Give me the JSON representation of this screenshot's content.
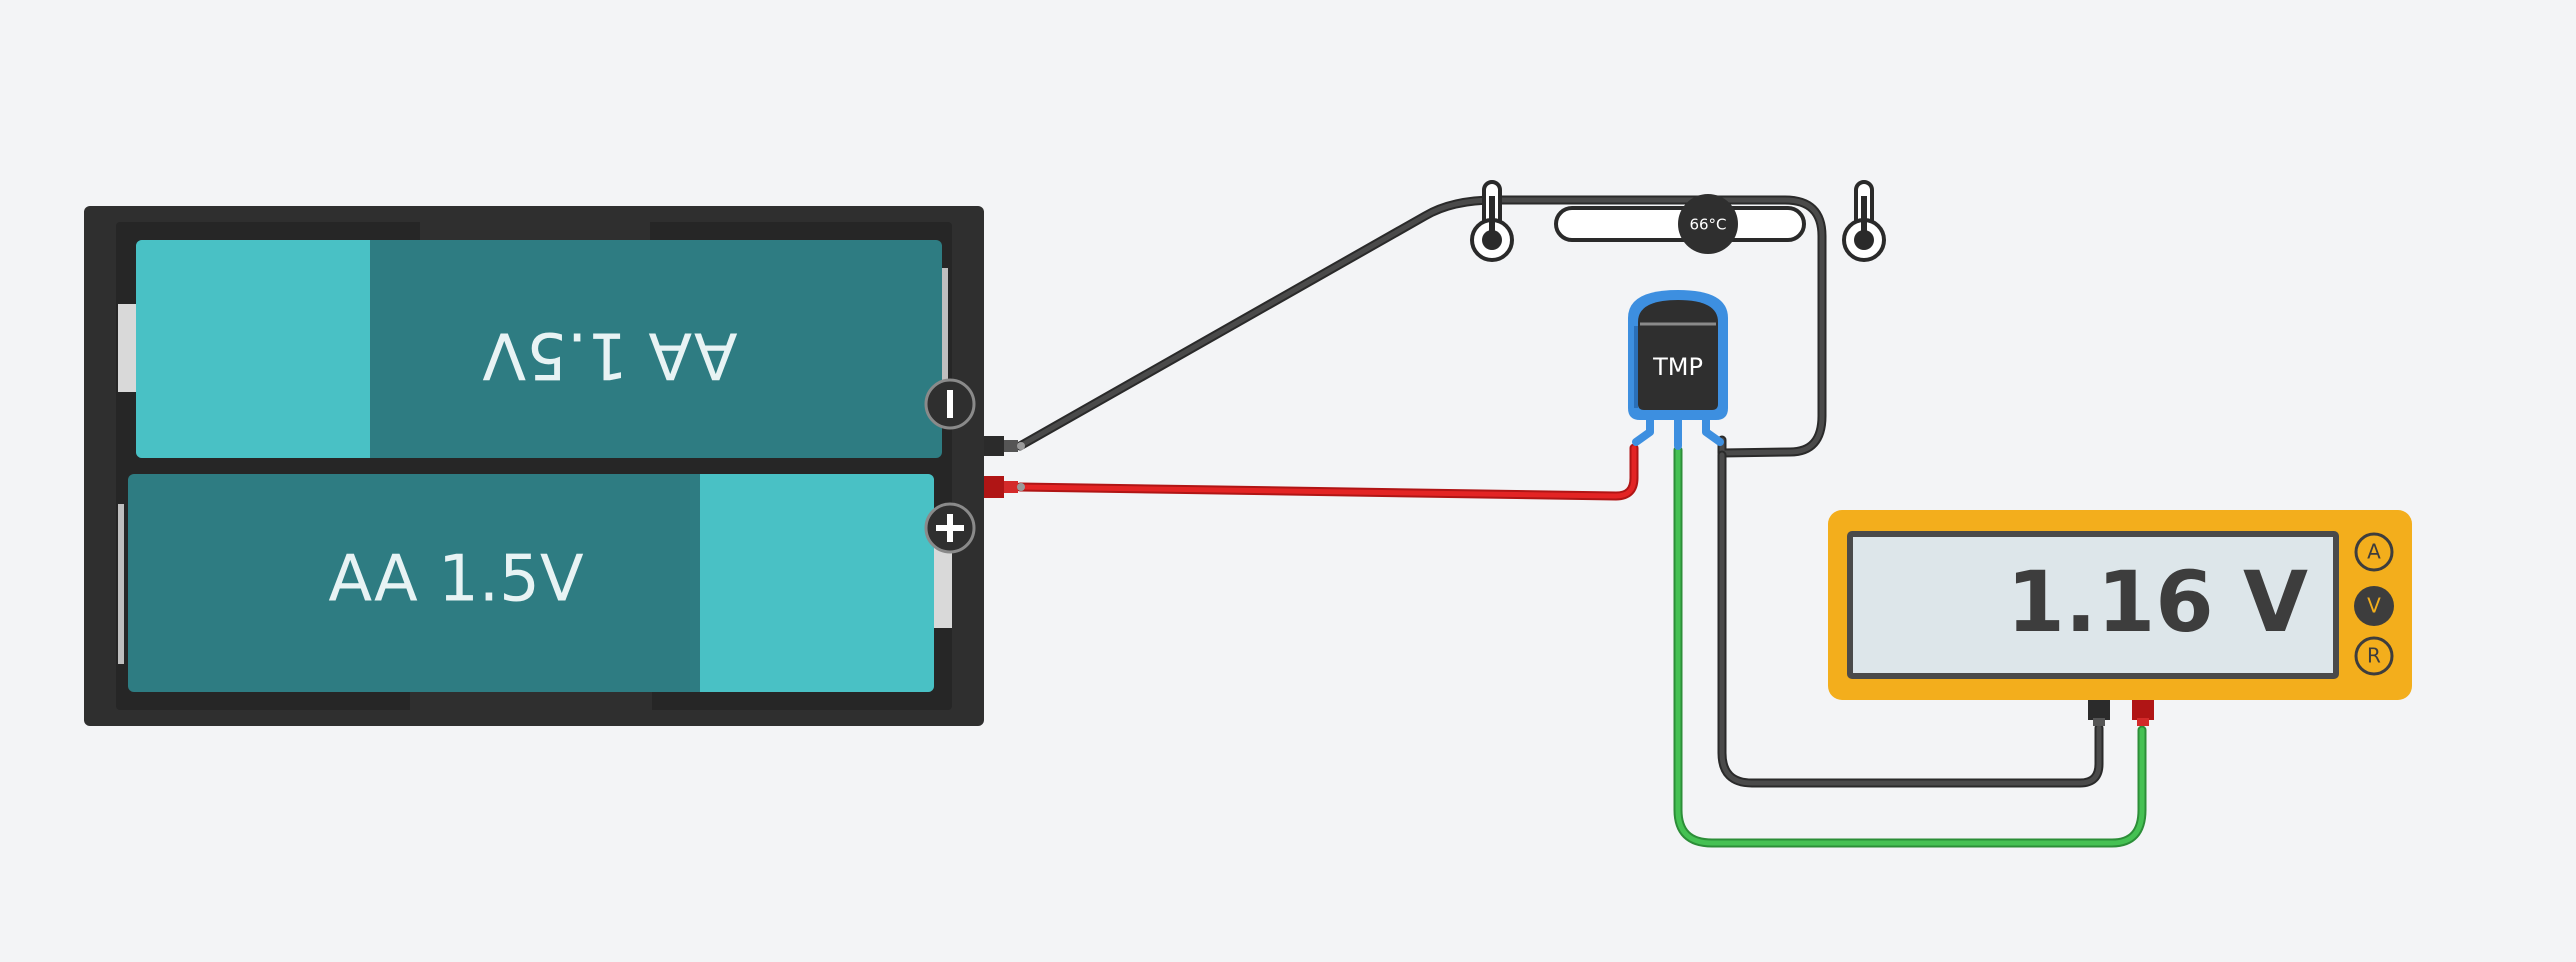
{
  "battery_pack": {
    "top_cell_label": "AA 1.5V",
    "bottom_cell_label": "AA 1.5V",
    "minus_symbol": "−",
    "plus_symbol": "+"
  },
  "temp_slider": {
    "value_label": "66°C"
  },
  "sensor": {
    "label": "TMP"
  },
  "multimeter": {
    "reading": "1.16 V",
    "modes": [
      "A",
      "V",
      "R"
    ],
    "selected_mode": "V"
  },
  "colors": {
    "battery_case": "#2f2f2f",
    "cell_dark": "#2e7c82",
    "cell_light": "#49c1c5",
    "wire_black": "#3a3a3a",
    "wire_red": "#e02020",
    "wire_green": "#3cb54a",
    "sensor_outline": "#3d8fe0",
    "multimeter_body": "#f3ae1c",
    "display_bg": "#dde6ea"
  }
}
